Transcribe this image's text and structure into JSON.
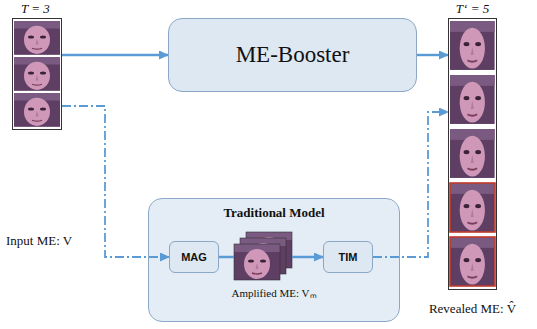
{
  "diagram": {
    "nodes": [
      {
        "text": [
          "T = 3",
          "Input ME: V"
        ]
      },
      {
        "text": [
          "ME-Booster"
        ]
      },
      {
        "text": [
          "T‘ = 5",
          "Revealed ME: V̂"
        ]
      },
      {
        "text": [
          "Traditional Model",
          "Amplified ME: Vₘ"
        ]
      },
      {
        "text": [
          "MAG"
        ],
        "in": 3
      },
      {
        "text": [
          "TIM"
        ],
        "in": 3
      }
    ],
    "edges": [
      {
        "from": 0,
        "to": 1,
        "arrow": "to"
      },
      {
        "from": 1,
        "to": 2,
        "arrow": "to"
      },
      {
        "from": 0,
        "to": 4,
        "arrow": "to"
      },
      {
        "from": 4,
        "to": 5,
        "arrow": "to"
      },
      {
        "from": 5,
        "to": 2,
        "arrow": "to"
      }
    ]
  }
}
